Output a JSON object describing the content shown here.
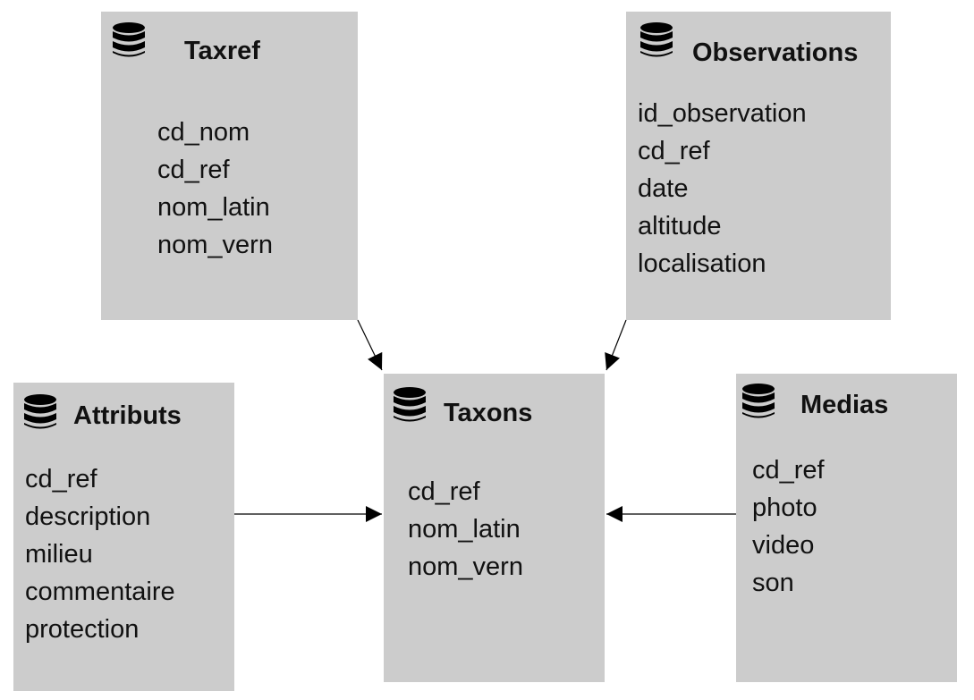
{
  "entities": {
    "taxref": {
      "title": "Taxref",
      "fields": [
        "cd_nom",
        "cd_ref",
        "nom_latin",
        "nom_vern"
      ],
      "icon": "database-icon"
    },
    "observations": {
      "title": "Observations",
      "fields": [
        "id_observation",
        "cd_ref",
        "date",
        "altitude",
        "localisation"
      ],
      "icon": "database-icon"
    },
    "attributs": {
      "title": "Attributs",
      "fields": [
        "cd_ref",
        "description",
        "milieu",
        "commentaire",
        "protection"
      ],
      "icon": "database-icon"
    },
    "taxons": {
      "title": "Taxons",
      "fields": [
        "cd_ref",
        "nom_latin",
        "nom_vern"
      ],
      "icon": "database-icon"
    },
    "medias": {
      "title": "Medias",
      "fields": [
        "cd_ref",
        "photo",
        "video",
        "son"
      ],
      "icon": "database-icon"
    }
  },
  "relations": [
    {
      "from": "taxref",
      "to": "taxons"
    },
    {
      "from": "observations",
      "to": "taxons"
    },
    {
      "from": "attributs",
      "to": "taxons"
    },
    {
      "from": "medias",
      "to": "taxons"
    }
  ],
  "colors": {
    "box": "#cccccc",
    "text": "#111111",
    "arrow": "#000000"
  }
}
